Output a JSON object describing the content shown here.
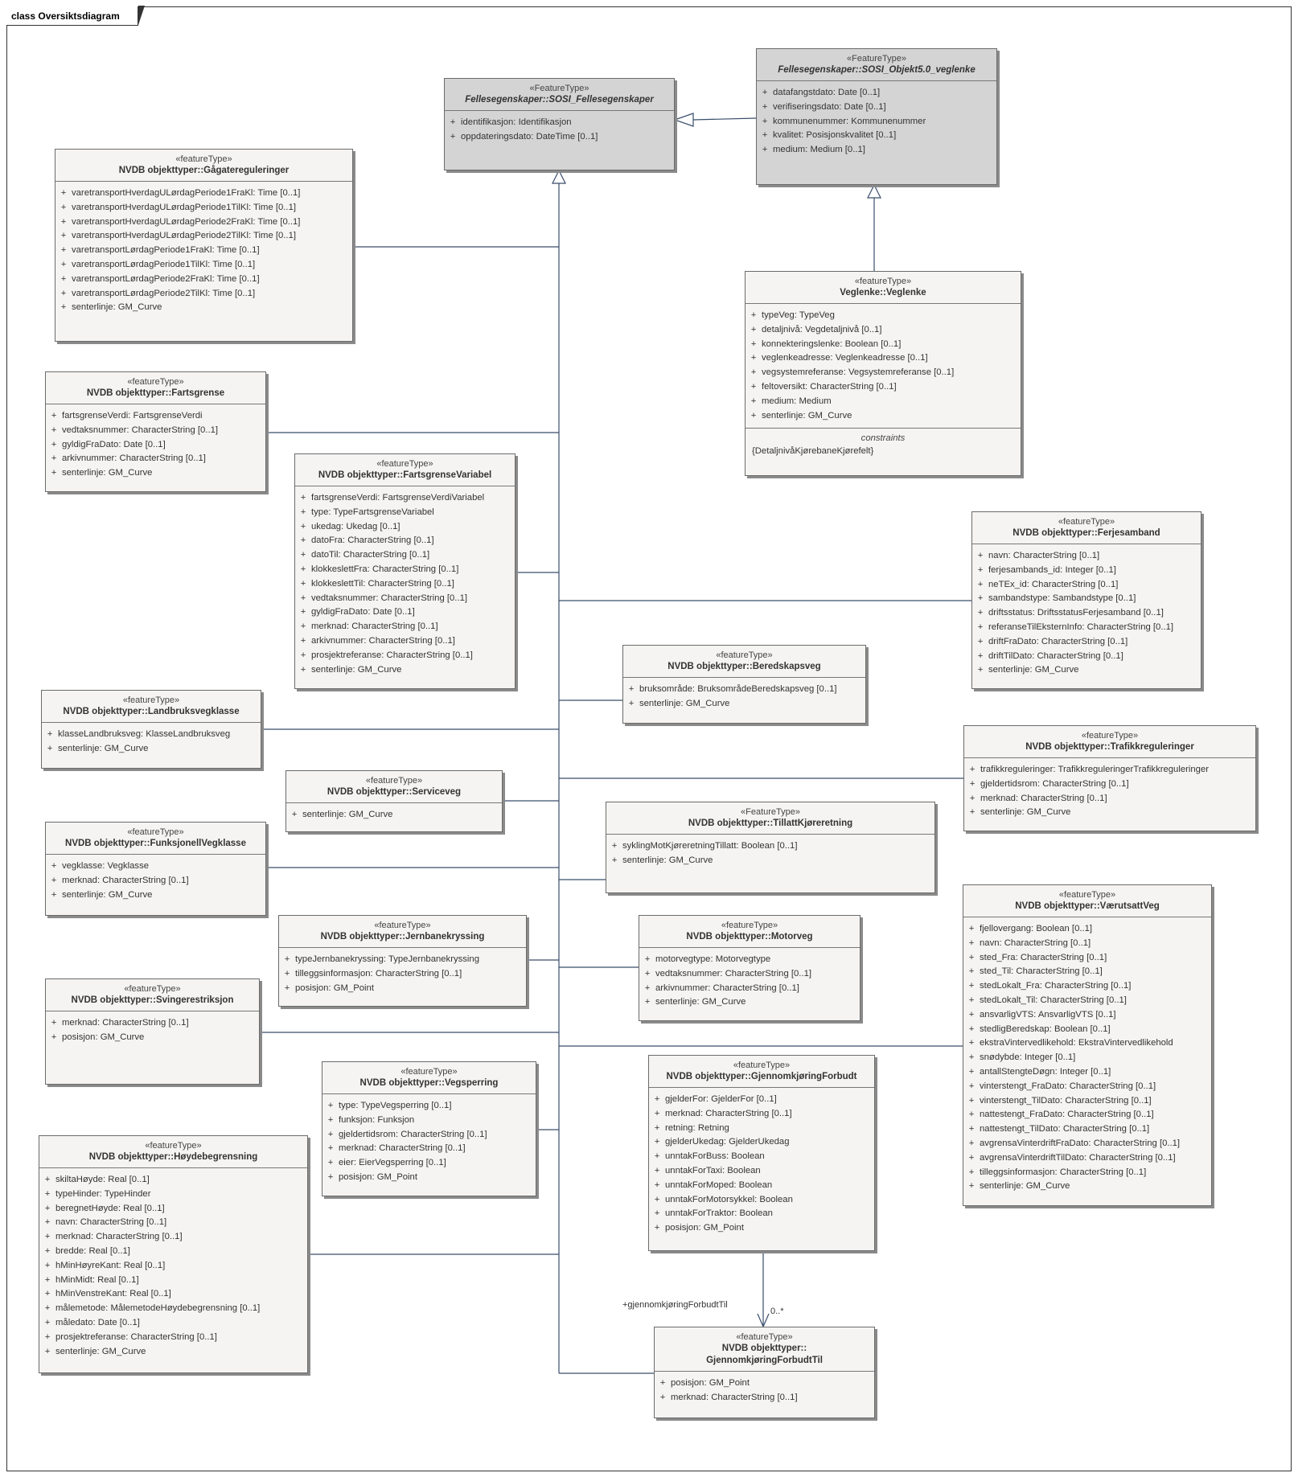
{
  "frame": {
    "title": "class Oversiktsdiagram"
  },
  "boxes": {
    "sosi_felles": {
      "stereotype": "«FeatureType»",
      "name": "Fellesegenskaper::SOSI_Fellesegenskaper",
      "attrs": [
        {
          "vis": "+",
          "text": "identifikasjon: Identifikasjon"
        },
        {
          "vis": "+",
          "text": "oppdateringsdato: DateTime [0..1]"
        }
      ]
    },
    "sosi_objekt": {
      "stereotype": "«FeatureType»",
      "name": "Fellesegenskaper::SOSI_Objekt5.0_veglenke",
      "attrs": [
        {
          "vis": "+",
          "text": "datafangstdato: Date [0..1]"
        },
        {
          "vis": "+",
          "text": "verifiseringsdato: Date [0..1]"
        },
        {
          "vis": "+",
          "text": "kommunenummer: Kommunenummer"
        },
        {
          "vis": "+",
          "text": "kvalitet: Posisjonskvalitet [0..1]"
        },
        {
          "vis": "+",
          "text": "medium: Medium [0..1]"
        }
      ]
    },
    "veglenke": {
      "stereotype": "«featureType»",
      "name": "Veglenke::Veglenke",
      "attrs": [
        {
          "vis": "+",
          "text": "typeVeg: TypeVeg"
        },
        {
          "vis": "+",
          "text": "detaljnivå: Vegdetaljnivå [0..1]"
        },
        {
          "vis": "+",
          "text": "konnekteringslenke: Boolean [0..1]"
        },
        {
          "vis": "+",
          "text": "veglenkeadresse: Veglenkeadresse [0..1]"
        },
        {
          "vis": "+",
          "text": "vegsystemreferanse: Vegsystemreferanse [0..1]"
        },
        {
          "vis": "+",
          "text": "feltoversikt: CharacterString [0..1]"
        },
        {
          "vis": "+",
          "text": "medium: Medium"
        },
        {
          "vis": "+",
          "text": "senterlinje: GM_Curve"
        }
      ],
      "constraints_title": "constraints",
      "constraints": "{DetaljnivåKjørebaneKjørefelt}"
    },
    "gagate": {
      "stereotype": "«featureType»",
      "name": "NVDB objekttyper::Gågatereguleringer",
      "attrs": [
        {
          "vis": "+",
          "text": "varetransportHverdagULørdagPeriode1FraKl: Time [0..1]"
        },
        {
          "vis": "+",
          "text": "varetransportHverdagULørdagPeriode1TilKl: Time [0..1]"
        },
        {
          "vis": "+",
          "text": "varetransportHverdagULørdagPeriode2FraKl: Time [0..1]"
        },
        {
          "vis": "+",
          "text": "varetransportHverdagULørdagPeriode2TilKl: Time [0..1]"
        },
        {
          "vis": "+",
          "text": "varetransportLørdagPeriode1FraKl: Time [0..1]"
        },
        {
          "vis": "+",
          "text": "varetransportLørdagPeriode1TilKl: Time [0..1]"
        },
        {
          "vis": "+",
          "text": "varetransportLørdagPeriode2FraKl: Time [0..1]"
        },
        {
          "vis": "+",
          "text": "varetransportLørdagPeriode2TilKl: Time [0..1]"
        },
        {
          "vis": "+",
          "text": "senterlinje: GM_Curve"
        }
      ]
    },
    "fartsgrense": {
      "stereotype": "«featureType»",
      "name": "NVDB objekttyper::Fartsgrense",
      "attrs": [
        {
          "vis": "+",
          "text": "fartsgrenseVerdi: FartsgrenseVerdi"
        },
        {
          "vis": "+",
          "text": "vedtaksnummer: CharacterString [0..1]"
        },
        {
          "vis": "+",
          "text": "gyldigFraDato: Date [0..1]"
        },
        {
          "vis": "+",
          "text": "arkivnummer: CharacterString [0..1]"
        },
        {
          "vis": "+",
          "text": "senterlinje: GM_Curve"
        }
      ]
    },
    "fartsvariabel": {
      "stereotype": "«featureType»",
      "name": "NVDB objekttyper::FartsgrenseVariabel",
      "attrs": [
        {
          "vis": "+",
          "text": "fartsgrenseVerdi: FartsgrenseVerdiVariabel"
        },
        {
          "vis": "+",
          "text": "type: TypeFartsgrenseVariabel"
        },
        {
          "vis": "+",
          "text": "ukedag: Ukedag [0..1]"
        },
        {
          "vis": "+",
          "text": "datoFra: CharacterString [0..1]"
        },
        {
          "vis": "+",
          "text": "datoTil: CharacterString [0..1]"
        },
        {
          "vis": "+",
          "text": "klokkeslettFra: CharacterString [0..1]"
        },
        {
          "vis": "+",
          "text": "klokkeslettTil: CharacterString [0..1]"
        },
        {
          "vis": "+",
          "text": "vedtaksnummer: CharacterString [0..1]"
        },
        {
          "vis": "+",
          "text": "gyldigFraDato: Date [0..1]"
        },
        {
          "vis": "+",
          "text": "merknad: CharacterString [0..1]"
        },
        {
          "vis": "+",
          "text": "arkivnummer: CharacterString [0..1]"
        },
        {
          "vis": "+",
          "text": "prosjektreferanse: CharacterString [0..1]"
        },
        {
          "vis": "+",
          "text": "senterlinje: GM_Curve"
        }
      ]
    },
    "ferjesamband": {
      "stereotype": "«featureType»",
      "name": "NVDB objekttyper::Ferjesamband",
      "attrs": [
        {
          "vis": "+",
          "text": "navn: CharacterString [0..1]"
        },
        {
          "vis": "+",
          "text": "ferjesambands_id: Integer [0..1]"
        },
        {
          "vis": "+",
          "text": "neTEx_id: CharacterString [0..1]"
        },
        {
          "vis": "+",
          "text": "sambandstype: Sambandstype [0..1]"
        },
        {
          "vis": "+",
          "text": "driftsstatus: DriftsstatusFerjesamband [0..1]"
        },
        {
          "vis": "+",
          "text": "referanseTilEksternInfo: CharacterString [0..1]"
        },
        {
          "vis": "+",
          "text": "driftFraDato: CharacterString [0..1]"
        },
        {
          "vis": "+",
          "text": "driftTilDato: CharacterString [0..1]"
        },
        {
          "vis": "+",
          "text": "senterlinje: GM_Curve"
        }
      ]
    },
    "beredskapsveg": {
      "stereotype": "«featureType»",
      "name": "NVDB objekttyper::Beredskapsveg",
      "attrs": [
        {
          "vis": "+",
          "text": "bruksområde: BruksområdeBeredskapsveg [0..1]"
        },
        {
          "vis": "+",
          "text": "senterlinje: GM_Curve"
        }
      ]
    },
    "landbruk": {
      "stereotype": "«featureType»",
      "name": "NVDB objekttyper::Landbruksvegklasse",
      "attrs": [
        {
          "vis": "+",
          "text": "klasseLandbruksveg: KlasseLandbruksveg"
        },
        {
          "vis": "+",
          "text": "senterlinje: GM_Curve"
        }
      ]
    },
    "trafikk": {
      "stereotype": "«featureType»",
      "name": "NVDB objekttyper::Trafikkreguleringer",
      "attrs": [
        {
          "vis": "+",
          "text": "trafikkreguleringer: TrafikkreguleringerTrafikkreguleringer"
        },
        {
          "vis": "+",
          "text": "gjeldertidsrom: CharacterString [0..1]"
        },
        {
          "vis": "+",
          "text": "merknad: CharacterString [0..1]"
        },
        {
          "vis": "+",
          "text": "senterlinje: GM_Curve"
        }
      ]
    },
    "serviceveg": {
      "stereotype": "«featureType»",
      "name": "NVDB objekttyper::Serviceveg",
      "attrs": [
        {
          "vis": "+",
          "text": "senterlinje: GM_Curve"
        }
      ]
    },
    "tillatt": {
      "stereotype": "«FeatureType»",
      "name": "NVDB objekttyper::TillattKjøreretning",
      "attrs": [
        {
          "vis": "+",
          "text": "syklingMotKjøreretningTillatt: Boolean [0..1]"
        },
        {
          "vis": "+",
          "text": "senterlinje: GM_Curve"
        }
      ]
    },
    "funksjonell": {
      "stereotype": "«featureType»",
      "name": "NVDB objekttyper::FunksjonellVegklasse",
      "attrs": [
        {
          "vis": "+",
          "text": "vegklasse: Vegklasse"
        },
        {
          "vis": "+",
          "text": "merknad: CharacterString [0..1]"
        },
        {
          "vis": "+",
          "text": "senterlinje: GM_Curve"
        }
      ]
    },
    "vaerutsatt": {
      "stereotype": "«featureType»",
      "name": "NVDB objekttyper::VærutsattVeg",
      "attrs": [
        {
          "vis": "+",
          "text": "fjellovergang: Boolean [0..1]"
        },
        {
          "vis": "+",
          "text": "navn: CharacterString [0..1]"
        },
        {
          "vis": "+",
          "text": "sted_Fra: CharacterString [0..1]"
        },
        {
          "vis": "+",
          "text": "sted_Til: CharacterString [0..1]"
        },
        {
          "vis": "+",
          "text": "stedLokalt_Fra: CharacterString [0..1]"
        },
        {
          "vis": "+",
          "text": "stedLokalt_Til: CharacterString [0..1]"
        },
        {
          "vis": "+",
          "text": "ansvarligVTS: AnsvarligVTS [0..1]"
        },
        {
          "vis": "+",
          "text": "stedligBeredskap: Boolean [0..1]"
        },
        {
          "vis": "+",
          "text": "ekstraVintervedlikehold: EkstraVintervedlikehold"
        },
        {
          "vis": "+",
          "text": "snødybde: Integer [0..1]"
        },
        {
          "vis": "+",
          "text": "antallStengteDøgn: Integer [0..1]"
        },
        {
          "vis": "+",
          "text": "vinterstengt_FraDato: CharacterString [0..1]"
        },
        {
          "vis": "+",
          "text": "vinterstengt_TilDato: CharacterString [0..1]"
        },
        {
          "vis": "+",
          "text": "nattestengt_FraDato: CharacterString [0..1]"
        },
        {
          "vis": "+",
          "text": "nattestengt_TilDato: CharacterString [0..1]"
        },
        {
          "vis": "+",
          "text": "avgrensaVinterdriftFraDato: CharacterString [0..1]"
        },
        {
          "vis": "+",
          "text": "avgrensaVinterdriftTilDato: CharacterString [0..1]"
        },
        {
          "vis": "+",
          "text": "tilleggsinformasjon: CharacterString [0..1]"
        },
        {
          "vis": "+",
          "text": "senterlinje: GM_Curve"
        }
      ]
    },
    "jernbane": {
      "stereotype": "«featureType»",
      "name": "NVDB objekttyper::Jernbanekryssing",
      "attrs": [
        {
          "vis": "+",
          "text": "typeJernbanekryssing: TypeJernbanekryssing"
        },
        {
          "vis": "+",
          "text": "tilleggsinformasjon: CharacterString [0..1]"
        },
        {
          "vis": "+",
          "text": "posisjon: GM_Point"
        }
      ]
    },
    "motorveg": {
      "stereotype": "«featureType»",
      "name": "NVDB objekttyper::Motorveg",
      "attrs": [
        {
          "vis": "+",
          "text": "motorvegtype: Motorvegtype"
        },
        {
          "vis": "+",
          "text": "vedtaksnummer: CharacterString [0..1]"
        },
        {
          "vis": "+",
          "text": "arkivnummer: CharacterString [0..1]"
        },
        {
          "vis": "+",
          "text": "senterlinje: GM_Curve"
        }
      ]
    },
    "svinge": {
      "stereotype": "«featureType»",
      "name": "NVDB objekttyper::Svingerestriksjon",
      "attrs": [
        {
          "vis": "+",
          "text": "merknad: CharacterString [0..1]"
        },
        {
          "vis": "+",
          "text": "posisjon: GM_Curve"
        }
      ]
    },
    "vegsperring": {
      "stereotype": "«featureType»",
      "name": "NVDB objekttyper::Vegsperring",
      "attrs": [
        {
          "vis": "+",
          "text": "type: TypeVegsperring [0..1]"
        },
        {
          "vis": "+",
          "text": "funksjon: Funksjon"
        },
        {
          "vis": "+",
          "text": "gjeldertidsrom: CharacterString [0..1]"
        },
        {
          "vis": "+",
          "text": "merknad: CharacterString [0..1]"
        },
        {
          "vis": "+",
          "text": "eier: EierVegsperring [0..1]"
        },
        {
          "vis": "+",
          "text": "posisjon: GM_Point"
        }
      ]
    },
    "gjennomkjoring": {
      "stereotype": "«featureType»",
      "name": "NVDB objekttyper::GjennomkjøringForbudt",
      "attrs": [
        {
          "vis": "+",
          "text": "gjelderFor: GjelderFor [0..1]"
        },
        {
          "vis": "+",
          "text": "merknad: CharacterString [0..1]"
        },
        {
          "vis": "+",
          "text": "retning: Retning"
        },
        {
          "vis": "+",
          "text": "gjelderUkedag: GjelderUkedag"
        },
        {
          "vis": "+",
          "text": "unntakForBuss: Boolean"
        },
        {
          "vis": "+",
          "text": "unntakForTaxi: Boolean"
        },
        {
          "vis": "+",
          "text": "unntakForMoped: Boolean"
        },
        {
          "vis": "+",
          "text": "unntakForMotorsykkel: Boolean"
        },
        {
          "vis": "+",
          "text": "unntakForTraktor: Boolean"
        },
        {
          "vis": "+",
          "text": "posisjon: GM_Point"
        }
      ]
    },
    "hoyde": {
      "stereotype": "«featureType»",
      "name": "NVDB objekttyper::Høydebegrensning",
      "attrs": [
        {
          "vis": "+",
          "text": "skiltaHøyde: Real [0..1]"
        },
        {
          "vis": "+",
          "text": "typeHinder: TypeHinder"
        },
        {
          "vis": "+",
          "text": "beregnetHøyde: Real [0..1]"
        },
        {
          "vis": "+",
          "text": "navn: CharacterString [0..1]"
        },
        {
          "vis": "+",
          "text": "merknad: CharacterString [0..1]"
        },
        {
          "vis": "+",
          "text": "bredde: Real [0..1]"
        },
        {
          "vis": "+",
          "text": "hMinHøyreKant: Real [0..1]"
        },
        {
          "vis": "+",
          "text": "hMinMidt: Real [0..1]"
        },
        {
          "vis": "+",
          "text": "hMinVenstreKant: Real [0..1]"
        },
        {
          "vis": "+",
          "text": "målemetode: MålemetodeHøydebegrensning [0..1]"
        },
        {
          "vis": "+",
          "text": "måledato: Date [0..1]"
        },
        {
          "vis": "+",
          "text": "prosjektreferanse: CharacterString [0..1]"
        },
        {
          "vis": "+",
          "text": "senterlinje: GM_Curve"
        }
      ]
    },
    "gjennomtil": {
      "stereotype": "«featureType»",
      "name": "NVDB objekttyper::",
      "name2": "GjennomkjøringForbudtTil",
      "attrs": [
        {
          "vis": "+",
          "text": "posisjon: GM_Point"
        },
        {
          "vis": "+",
          "text": "merknad: CharacterString [0..1]"
        }
      ]
    }
  },
  "relation": {
    "role": "+gjennomkjøringForbudtTil",
    "multiplicity": "0..*"
  }
}
